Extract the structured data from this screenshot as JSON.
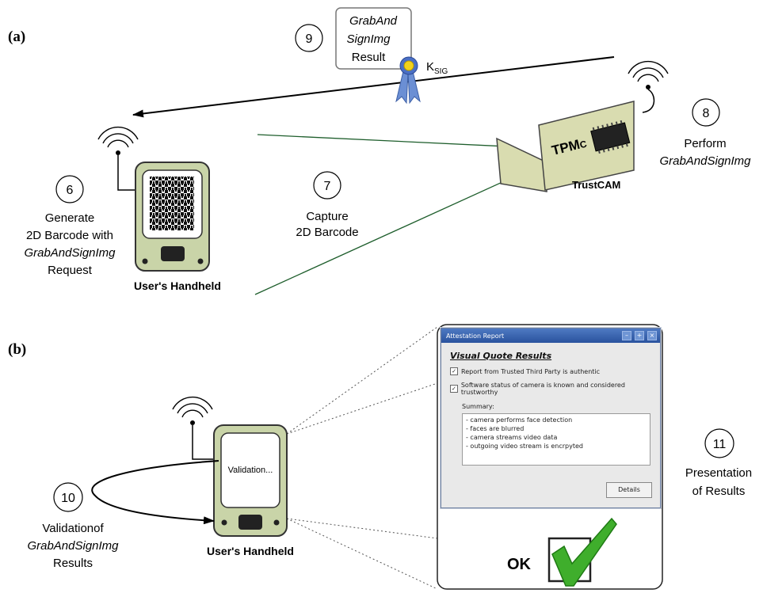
{
  "panels": {
    "a": "(a)",
    "b": "(b)"
  },
  "steps": {
    "s6": {
      "num": "6",
      "line1": "Generate",
      "line2": "2D Barcode with",
      "line3": "GrabAndSignImg",
      "line4": "Request"
    },
    "s7": {
      "num": "7",
      "line1": "Capture",
      "line2": "2D Barcode"
    },
    "s8": {
      "num": "8",
      "line1": "Perform",
      "line2": "GrabAndSignImg"
    },
    "s9": {
      "num": "9"
    },
    "s10": {
      "num": "10",
      "line1": "Validationof",
      "line2": "GrabAndSignImg",
      "line3": "Results"
    },
    "s11": {
      "num": "11",
      "line1": "Presentation",
      "line2": "of Results"
    }
  },
  "result_card": {
    "line1": "GrabAnd",
    "line2": "SignImg",
    "line3": "Result",
    "key": "K",
    "key_sub": "SIG"
  },
  "camera": {
    "chip": "TPM",
    "chip_sub": "C",
    "name": "TrustCAM"
  },
  "handheld": {
    "label": "User's Handheld",
    "screen_text": "Validation..."
  },
  "window": {
    "title": "Attestation Report",
    "heading": "Visual Quote Results",
    "check1": "Report from Trusted Third Party is authentic",
    "check2": "Software status of camera is known and considered trustworthy",
    "summary_label": "Summary:",
    "summary": [
      "- camera performs face detection",
      "- faces are blurred",
      "- camera streams video data",
      "- outgoing video stream is encrpyted"
    ],
    "details_button": "Details"
  },
  "ok_label": "OK",
  "icons": {
    "wireless": "wireless-signal-icon",
    "ribbon": "seal-ribbon-icon",
    "check": "green-checkmark-icon"
  },
  "colors": {
    "device_body": "#c9d4a8",
    "camera_body": "#d9dcb0",
    "sight_line": "#1e5e2c",
    "check_green": "#3fae2c",
    "window_title": "#2f5aa6"
  }
}
